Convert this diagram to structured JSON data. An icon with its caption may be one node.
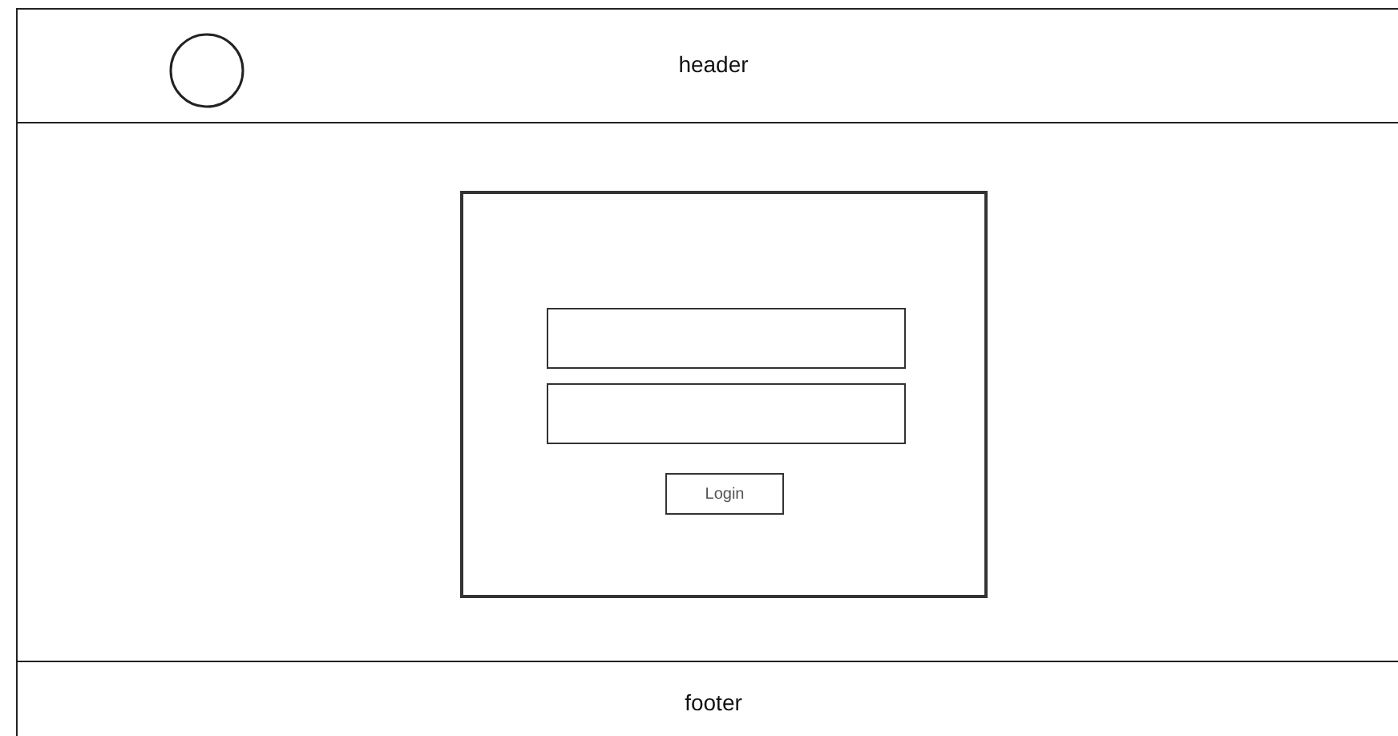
{
  "diagram": {
    "nodes": [
      {
        "text": [
          "header"
        ]
      },
      {
        "text": [],
        "shape": "circle",
        "in": 0
      },
      {
        "text": [],
        "shape": "box"
      },
      {
        "text": [],
        "shape": "box",
        "in": 2
      },
      {
        "text": [],
        "shape": "box",
        "in": 2
      },
      {
        "text": [
          "Login"
        ],
        "in": 2
      },
      {
        "text": [
          "footer"
        ]
      }
    ]
  }
}
